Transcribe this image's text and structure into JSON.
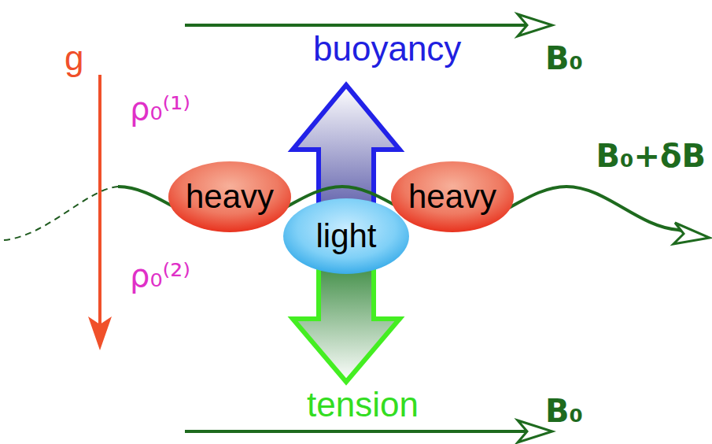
{
  "diagram": {
    "nodes": [
      {
        "text": [
          "heavy"
        ]
      },
      {
        "text": [
          "light"
        ]
      },
      {
        "text": [
          "heavy"
        ]
      }
    ],
    "labels": [
      "buoyancy",
      "B₀",
      "g",
      "ρ₀⁽¹⁾",
      "B₀+δB",
      "ρ₀⁽²⁾",
      "tension",
      "B₀"
    ]
  }
}
